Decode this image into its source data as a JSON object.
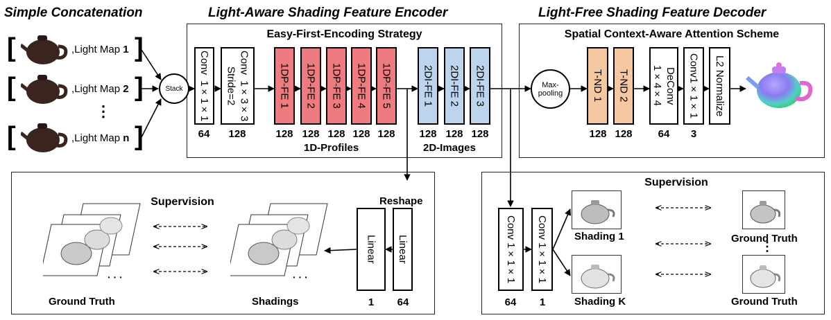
{
  "headings": {
    "left": "Simple Concatenation",
    "encoder": "Light-Aware Shading Feature Encoder",
    "decoder": "Light-Free Shading Feature Decoder"
  },
  "encoder_panel": {
    "title": "Easy-First-Encoding Strategy",
    "group_1d": "1D-Profiles",
    "group_2d": "2D-Images",
    "blocks": [
      {
        "label": "Conv  1×1×1",
        "channels": "64"
      },
      {
        "label": "Conv  1×3×3\nStride=2",
        "channels": "128"
      },
      {
        "label": "1DP-FE 1",
        "channels": "128"
      },
      {
        "label": "1DP-FE 2",
        "channels": "128"
      },
      {
        "label": "1DP-FE 3",
        "channels": "128"
      },
      {
        "label": "1DP-FE 4",
        "channels": "128"
      },
      {
        "label": "1DP-FE 5",
        "channels": "128"
      },
      {
        "label": "2DI-FE 1",
        "channels": "128"
      },
      {
        "label": "2DI-FE 2",
        "channels": "128"
      },
      {
        "label": "2DI-FE 3",
        "channels": "128"
      }
    ]
  },
  "decoder_panel": {
    "title": "Spatial Context-Aware Attention Scheme",
    "maxpool": "Max-\npooling",
    "blocks": [
      {
        "label": "T-ND 1",
        "channels": "128"
      },
      {
        "label": "T-ND 2",
        "channels": "128"
      },
      {
        "label": "DeConv\n1×4×4",
        "channels": "64"
      },
      {
        "label": "Conv1×1×1",
        "channels": "3"
      },
      {
        "label": "L2 Normalize",
        "channels": ""
      }
    ]
  },
  "inputs": {
    "stack": "Stack",
    "light_maps": [
      {
        "prefix": ",Light Map ",
        "index": "1"
      },
      {
        "prefix": ",Light Map ",
        "index": "2"
      },
      {
        "prefix": ",Light Map ",
        "index": "n"
      }
    ],
    "vdots": "⋮"
  },
  "bottom_left": {
    "title": "Supervision",
    "reshape": "Reshape",
    "linear_blocks": [
      {
        "label": "Linear",
        "channels": "1"
      },
      {
        "label": "Linear",
        "channels": "64"
      }
    ],
    "ground_truth": "Ground Truth",
    "shadings": "Shadings",
    "dots": "· · ·"
  },
  "bottom_right": {
    "title": "Supervision",
    "conv_blocks": [
      {
        "label": "Conv 1×1×1",
        "channels": "64"
      },
      {
        "label": "Conv 1×1×1",
        "channels": "1"
      }
    ],
    "shading_1": "Shading 1",
    "shading_k": "Shading K",
    "ground_truth_top": "Ground Truth",
    "ground_truth_bottom": "Ground Truth",
    "vdots": "⋮"
  },
  "colors": {
    "profile_block": "#ee7b80",
    "image_block": "#bcd4ec",
    "decoder_block": "#f6c8a2",
    "teapot_dark": "#3a2420"
  }
}
